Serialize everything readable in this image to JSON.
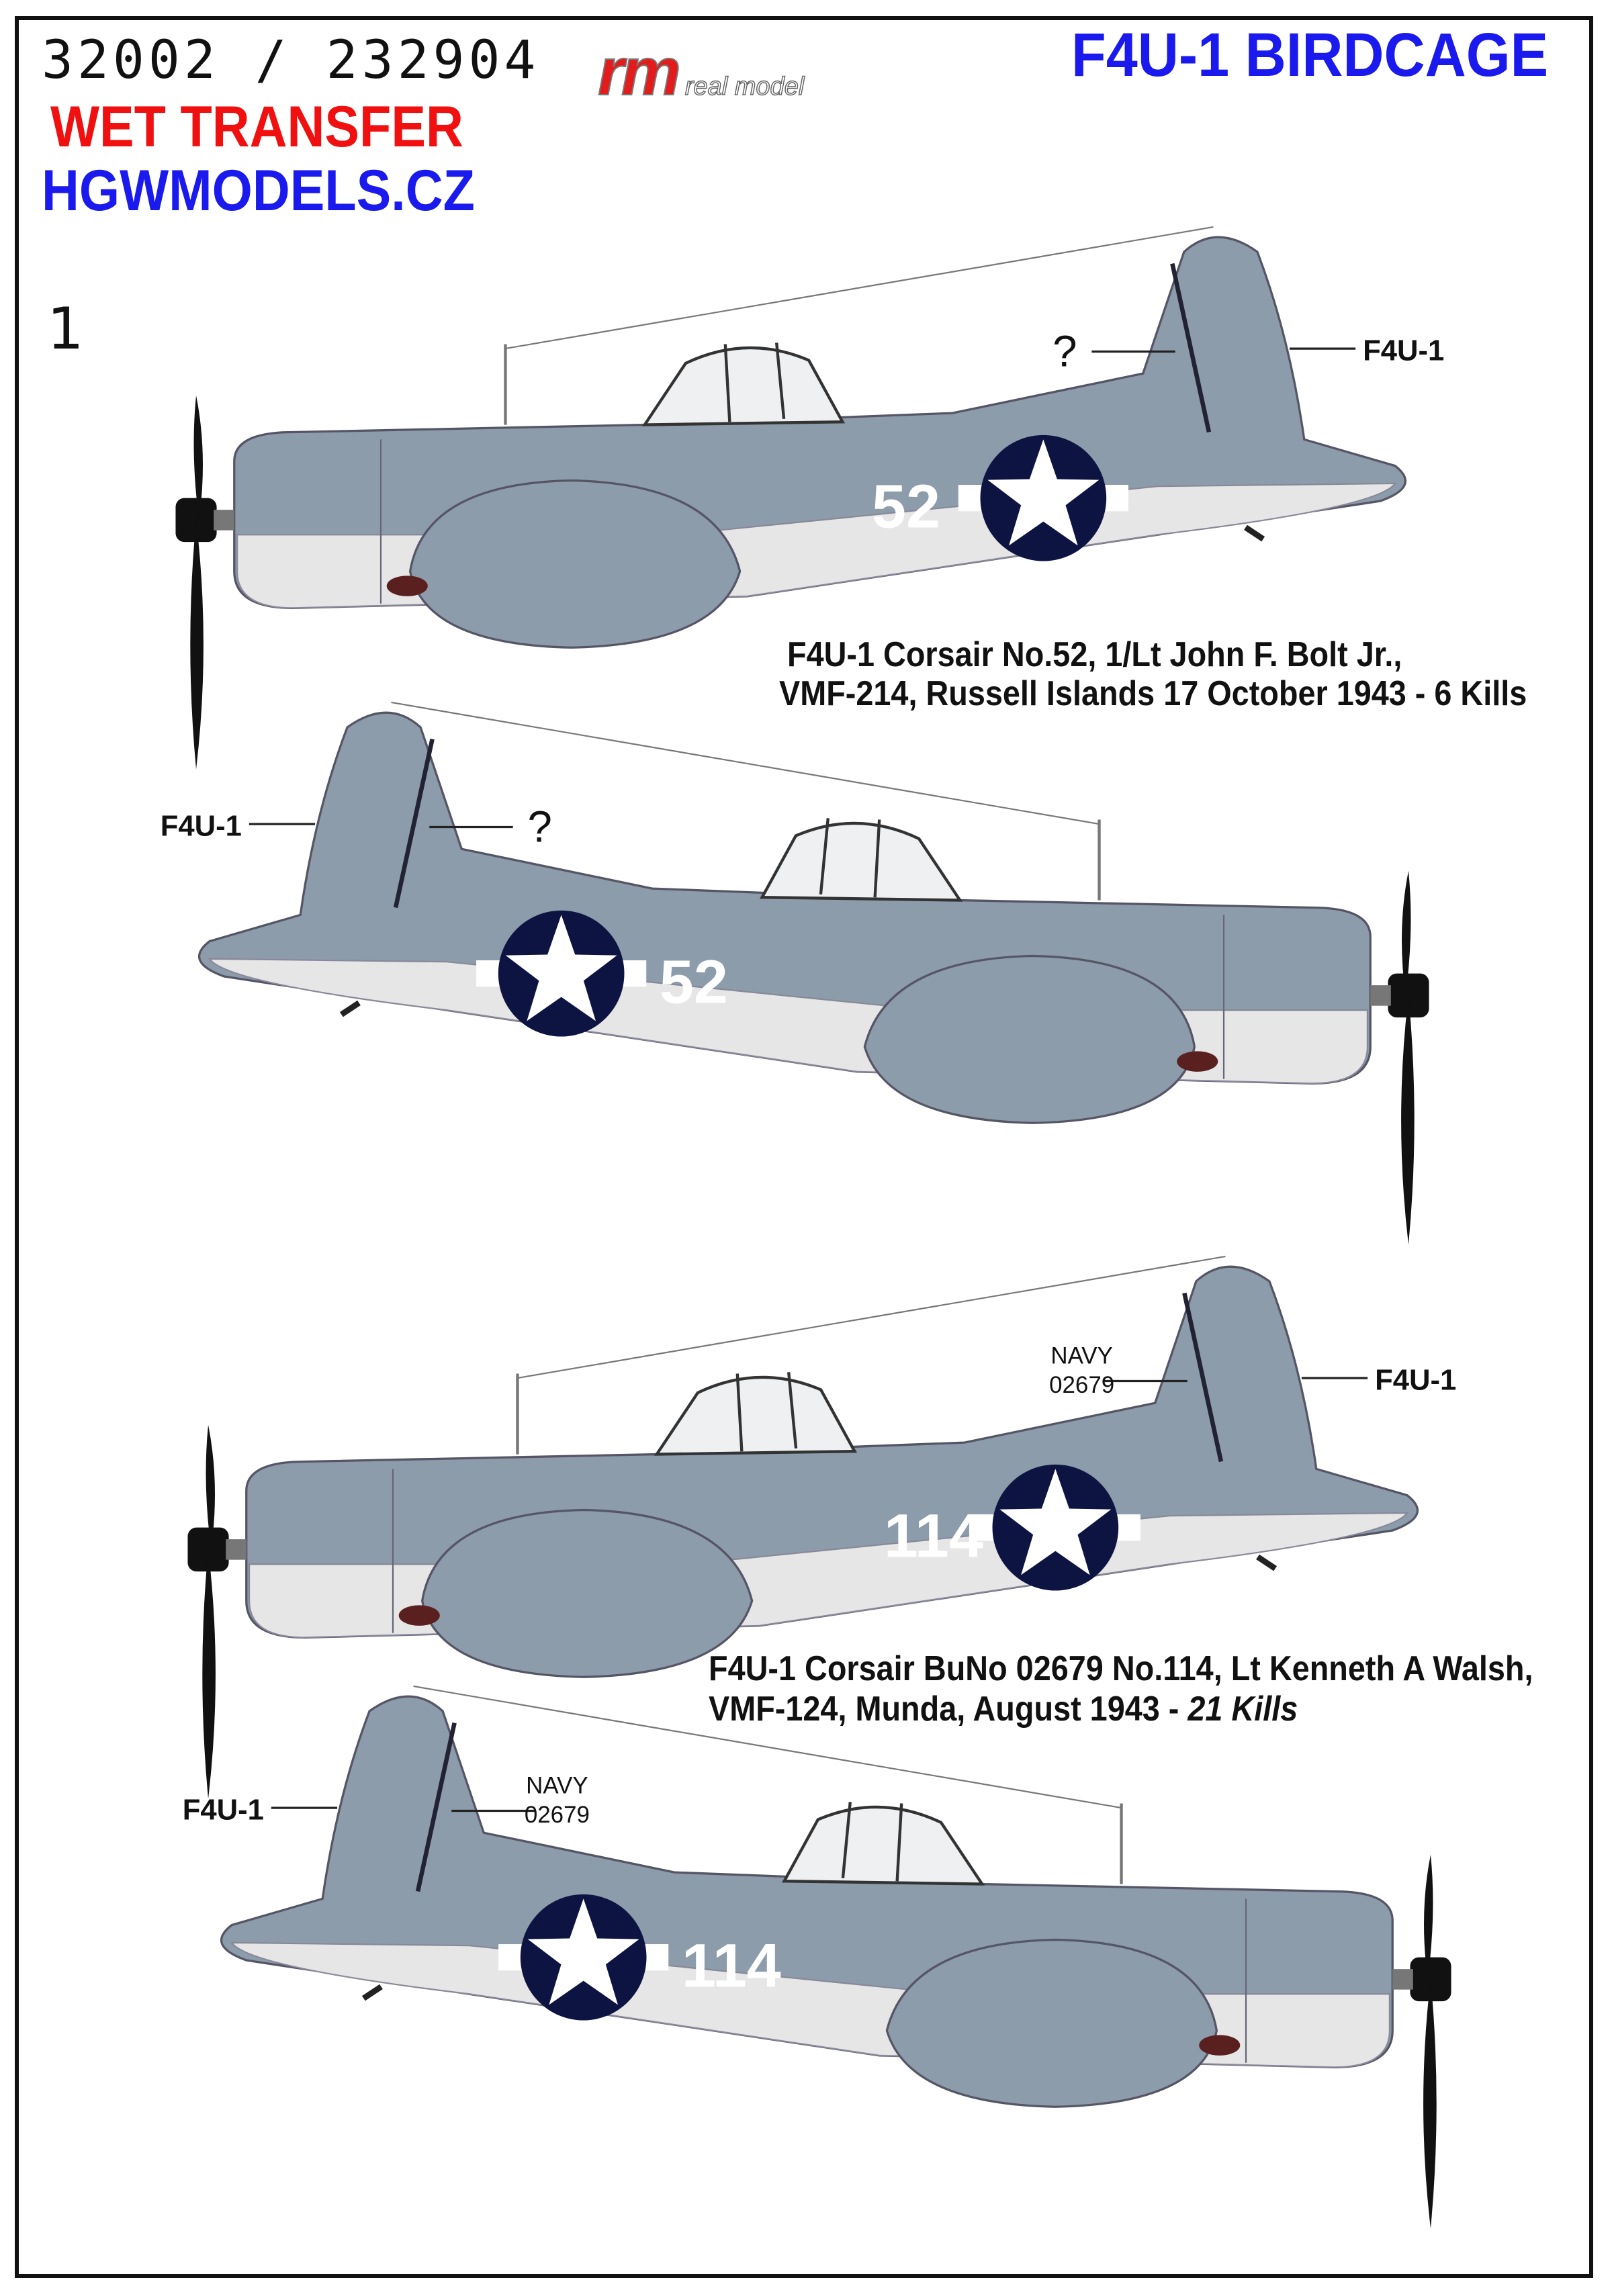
{
  "header": {
    "code": "32002 / 232904",
    "transfer": "WET TRANSFER",
    "website": "HGWMODELS.CZ",
    "title": "F4U-1 BIRDCAGE",
    "logo_brand": "rm",
    "logo_text": "real model"
  },
  "sheet_number": "1",
  "profiles": [
    {
      "number": "52",
      "tail_label": "F4U-1",
      "tail_marking": "?",
      "navy_1": "",
      "navy_2": ""
    },
    {
      "number": "52",
      "tail_label": "F4U-1",
      "tail_marking": "?",
      "navy_1": "",
      "navy_2": ""
    },
    {
      "number": "114",
      "tail_label": "F4U-1",
      "tail_marking": "",
      "navy_1": "NAVY",
      "navy_2": "02679"
    },
    {
      "number": "114",
      "tail_label": "F4U-1",
      "tail_marking": "",
      "navy_1": "NAVY",
      "navy_2": "02679"
    }
  ],
  "captions": [
    {
      "line1": "F4U-1 Corsair No.52, 1/Lt John F. Bolt Jr.,",
      "line2": "VMF-214, Russell Islands 17 October 1943 - 6 Kills"
    },
    {
      "line1": "F4U-1 Corsair BuNo 02679 No.114, Lt Kenneth A Walsh,",
      "line2": "VMF-124, Munda, August 1943 - ",
      "line2_italic": "21 Kills"
    }
  ],
  "colors": {
    "upper": "#8c9cab",
    "lower": "#e6e6e6",
    "roundel": "#0d1442",
    "title_blue": "#1a1aee",
    "red": "#f01010"
  }
}
